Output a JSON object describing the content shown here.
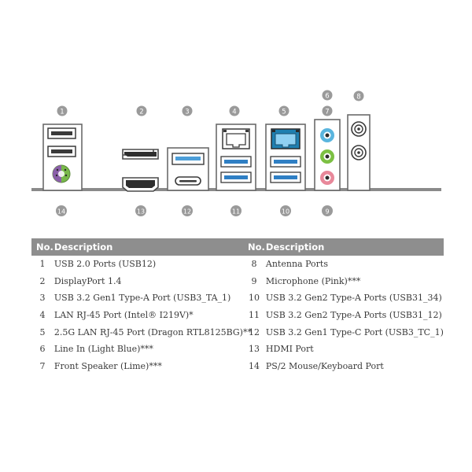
{
  "callouts_top": [
    "1",
    "2",
    "3",
    "4",
    "5",
    "6",
    "7",
    "8"
  ],
  "callouts_bottom": [
    "14",
    "13",
    "12",
    "11",
    "10",
    "9"
  ],
  "table": {
    "header_no": "No.",
    "header_desc": "Description",
    "left_rows": [
      {
        "no": "1",
        "desc": "USB 2.0 Ports (USB12)"
      },
      {
        "no": "2",
        "desc": "DisplayPort 1.4"
      },
      {
        "no": "3",
        "desc": "USB 3.2 Gen1 Type-A Port (USB3_TA_1)"
      },
      {
        "no": "4",
        "desc": "LAN RJ-45 Port (Intel® I219V)*"
      },
      {
        "no": "5",
        "desc": "2.5G LAN RJ-45 Port (Dragon RTL8125BG)**"
      },
      {
        "no": "6",
        "desc": "Line In (Light Blue)***"
      },
      {
        "no": "7",
        "desc": "Front Speaker (Lime)***"
      }
    ],
    "right_rows": [
      {
        "no": "8",
        "desc": "Antenna Ports"
      },
      {
        "no": "9",
        "desc": "Microphone (Pink)***"
      },
      {
        "no": "10",
        "desc": "USB 3.2 Gen2 Type-A Ports (USB31_34)"
      },
      {
        "no": "11",
        "desc": "USB 3.2 Gen2 Type-A Ports (USB31_12)"
      },
      {
        "no": "12",
        "desc": "USB 3.2 Gen1 Type-C Port (USB3_TC_1)"
      },
      {
        "no": "13",
        "desc": "HDMI Port"
      },
      {
        "no": "14",
        "desc": "PS/2 Mouse/Keyboard Port"
      }
    ]
  },
  "colors": {
    "badge": "#9a9a9a",
    "usb3_blue": "#2f7fc4",
    "usb3_blue_light": "#6fb4e6",
    "line_in_light_blue": "#5ab5de",
    "front_speaker_lime": "#7cc043",
    "microphone_pink": "#e8889a",
    "rj45_teal": "#1f7fb0",
    "ps2_purple": "#8a5fa8",
    "ps2_green": "#78b84a",
    "table_header": "#8e8e8e"
  }
}
